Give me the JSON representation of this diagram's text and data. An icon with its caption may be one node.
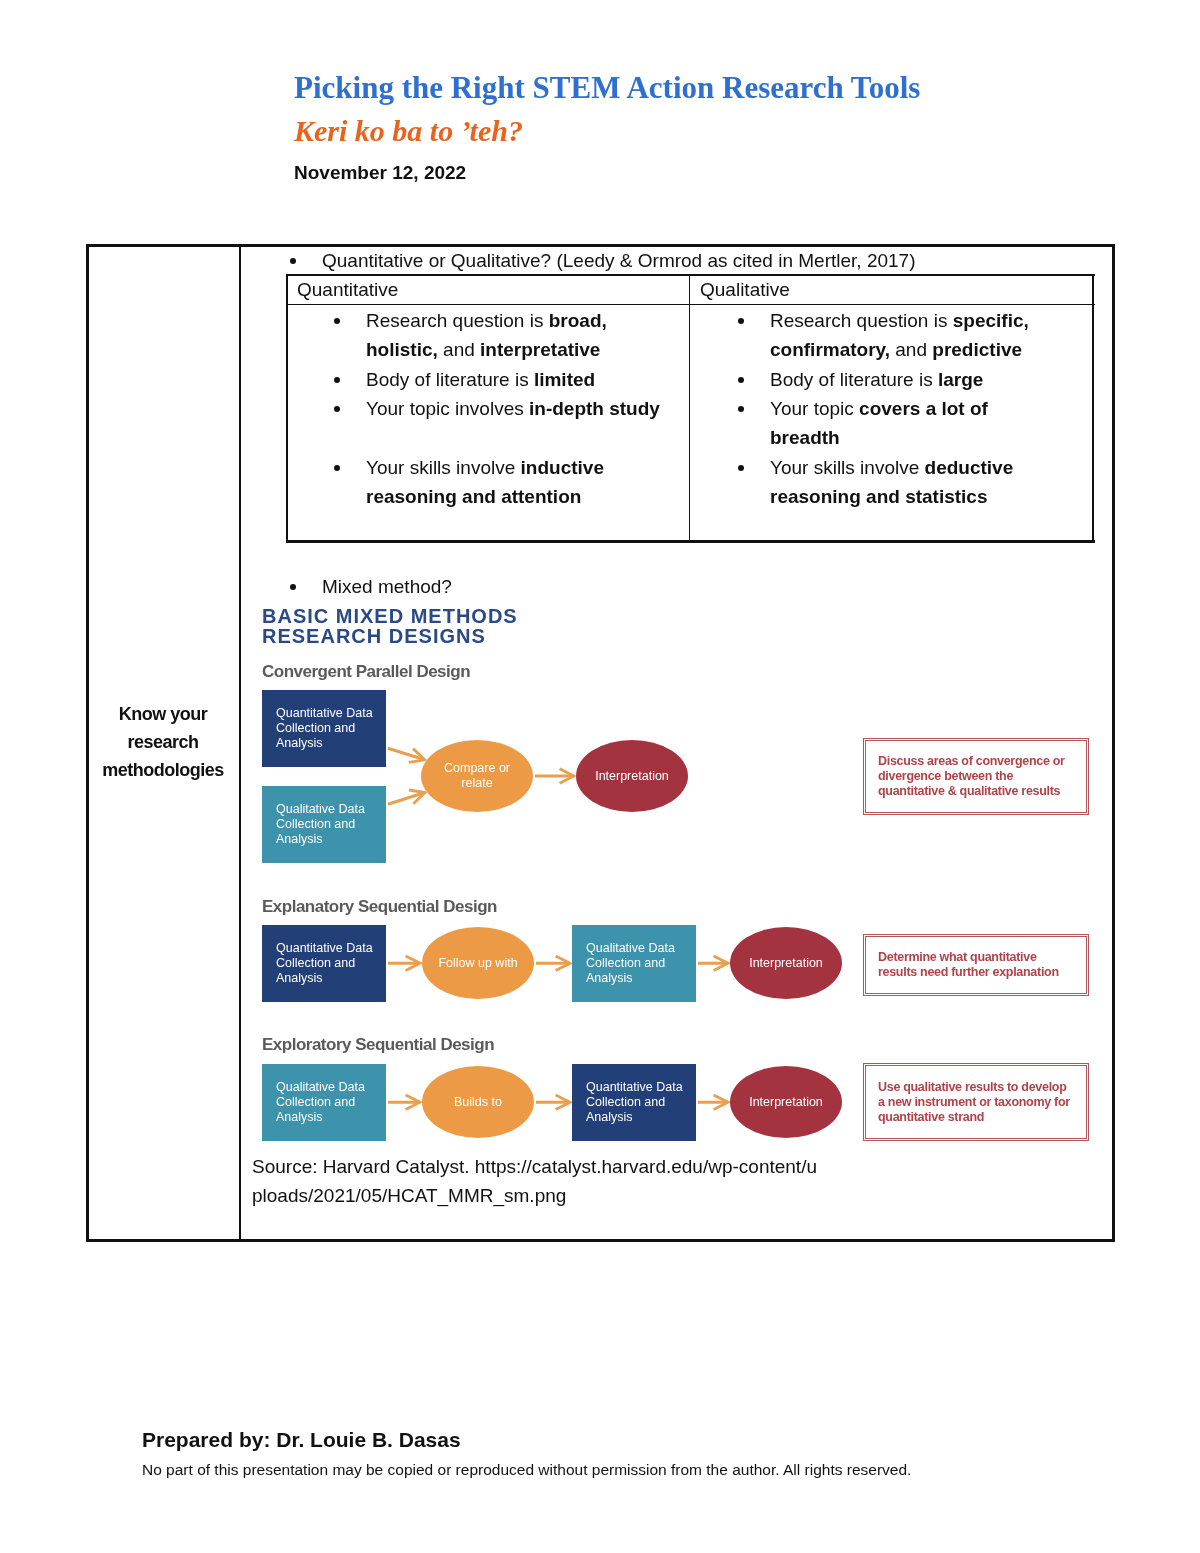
{
  "diagram": {
    "title": "Picking the Right STEM Action Research Tools",
    "nodes": [
      {
        "text": [
          "Quantitative Data Collection and Analysis"
        ]
      },
      {
        "text": [
          "Qualitative Data Collection and Analysis"
        ]
      },
      {
        "text": [
          "Compare or relate"
        ]
      },
      {
        "text": [
          "Interpretation"
        ]
      },
      {
        "text": [
          "Discuss areas of convergence or divergence between the quantitative & qualitative results"
        ]
      },
      {
        "text": [
          "Quantitative Data Collection and Analysis"
        ]
      },
      {
        "text": [
          "Follow up with"
        ]
      },
      {
        "text": [
          "Qualitative Data Collection and Analysis"
        ]
      },
      {
        "text": [
          "Interpretation"
        ]
      },
      {
        "text": [
          "Determine what quantitative results need further explanation"
        ]
      },
      {
        "text": [
          "Qualitative Data Collection and Analysis"
        ]
      },
      {
        "text": [
          "Builds to"
        ]
      },
      {
        "text": [
          "Quantitative Data Collection and Analysis"
        ]
      },
      {
        "text": [
          "Interpretation"
        ]
      },
      {
        "text": [
          "Use qualitative results to develop a new instrument or taxonomy for quantitative strand"
        ]
      }
    ],
    "edges": [
      {
        "from": 0,
        "to": 2,
        "arrow": "to"
      },
      {
        "from": 1,
        "to": 2,
        "arrow": "to"
      },
      {
        "from": 2,
        "to": 3,
        "arrow": "to"
      },
      {
        "from": 5,
        "to": 6,
        "arrow": "to"
      },
      {
        "from": 6,
        "to": 7,
        "arrow": "to"
      },
      {
        "from": 7,
        "to": 8,
        "arrow": "to"
      },
      {
        "from": 10,
        "to": 11,
        "arrow": "to"
      },
      {
        "from": 11,
        "to": 12,
        "arrow": "to"
      },
      {
        "from": 12,
        "to": 13,
        "arrow": "to"
      }
    ],
    "labels": [
      "Keri ko ba to ’teh?",
      "November 12, 2022",
      "Know your research methodologies",
      "Quantitative or Qualitative? (Leedy & Ormrod as cited in Mertler, 2017)",
      "Quantitative",
      "Qualitative",
      "Research question is **broad, holistic,** and **interpretative**",
      "Body of literature is **limited**",
      "Your topic involves **in-depth study**",
      "Your skills involve **inductive reasoning and attention**",
      "Research question is **specific, confirmatory,** and **predictive**",
      "Body of literature is **large**",
      "Your topic **covers a lot of breadth**",
      "Your skills involve **deductive reasoning and statistics**",
      "Mixed method?",
      "BASIC MIXED METHODS RESEARCH DESIGNS",
      "Convergent Parallel Design",
      "Explanatory Sequential Design",
      "Exploratory Sequential Design",
      "Source: Harvard Catalyst. https://catalyst.harvard.edu/wp-content/uploads/2021/05/HCAT_MMR_sm.png",
      "Prepared by: Dr. Louie B. Dasas",
      "No part of this presentation may be copied or reproduced without permission from the author. All rights reserved."
    ]
  }
}
